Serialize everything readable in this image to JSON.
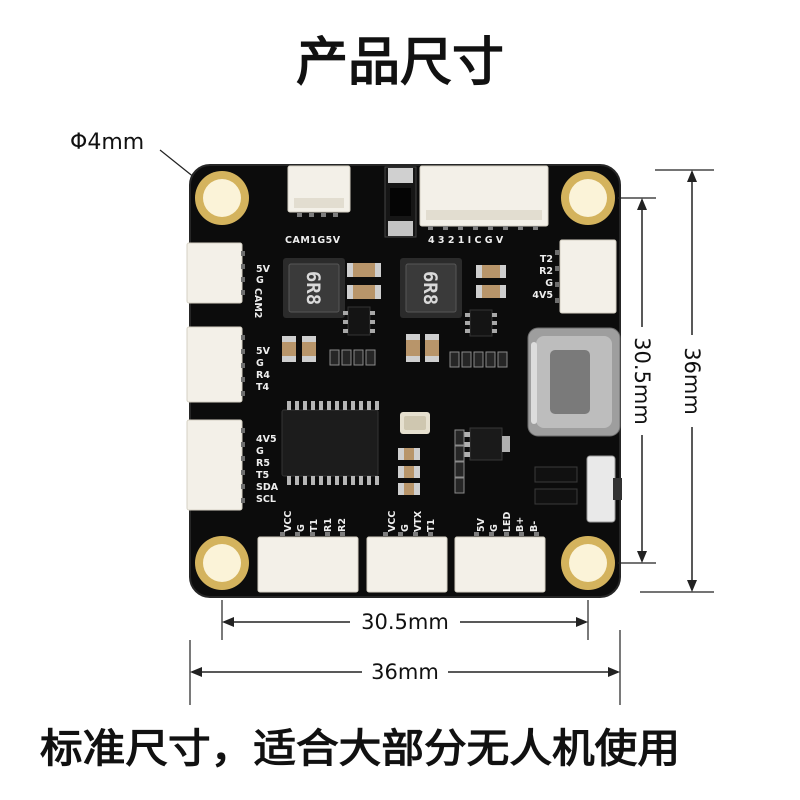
{
  "title": "产品尺寸",
  "hole_label": "Φ4mm",
  "dimensions": {
    "outer_height": "36mm",
    "mount_height": "30.5mm",
    "mount_width": "30.5mm",
    "outer_width": "36mm"
  },
  "caption": "标准尺寸，适合大部分无人机使用",
  "board": {
    "top_left_connector_label": "CAM1G5V",
    "top_right_connector_label": "4 3 2 1 I C G V",
    "left_connector_1_pins": [
      "5V",
      "G",
      "CAM2"
    ],
    "left_connector_2_pins": [
      "5V",
      "G",
      "R4",
      "T4"
    ],
    "left_connector_3_pins": [
      "4V5",
      "G",
      "R5",
      "T5",
      "SDA",
      "SCL"
    ],
    "right_connector_pins": [
      "T2",
      "R2",
      "G",
      "4V5"
    ],
    "bottom_connector_1_pins": [
      "VCC",
      "G",
      "T1",
      "R1",
      "R2"
    ],
    "bottom_connector_2_pins": [
      "VCC",
      "G",
      "VTX",
      "T1"
    ],
    "bottom_connector_3_pins": [
      "5V",
      "G",
      "LED",
      "B+",
      "B-"
    ],
    "inductor_marking": "6R8"
  },
  "colors": {
    "board": "#0c0c0c",
    "mounting_hole_ring": "#d4b35d",
    "mounting_hole_center": "#fbf3d8",
    "connector": "#f3f0e8",
    "dimension_line": "#222222"
  }
}
